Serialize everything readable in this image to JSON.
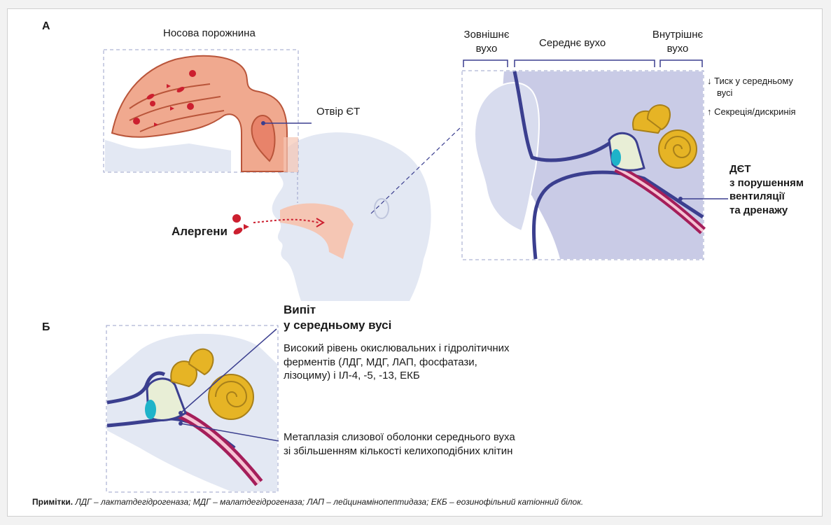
{
  "panels": {
    "a": "А",
    "b": "Б"
  },
  "labels": {
    "nasal_cavity": "Носова порожнина",
    "et_opening": "Отвір ЄТ",
    "allergens": "Алергени",
    "outer_ear": [
      "Зовнішнє",
      "вухо"
    ],
    "middle_ear": "Середнє вухо",
    "inner_ear": [
      "Внутрішнє",
      "вухо"
    ],
    "pressure": [
      "Тиск у середньому",
      "вусі"
    ],
    "secretion": "Секреція/дискринія",
    "det": [
      "ДЄТ",
      "з порушенням",
      "вентиляції",
      "та дренажу"
    ],
    "effusion_title": [
      "Випіт",
      "у середньому вусі"
    ],
    "effusion_desc": [
      "Високий рівень окислювальних і гідролітичних",
      "ферментів (ЛДГ, МДГ, ЛАП, фосфатази,",
      "лізоциму) і ІЛ-4, -5, -13, ЕКБ"
    ],
    "metaplasia": [
      "Метаплазія слизової оболонки середнього вуха",
      "зі збільшенням кількості келихоподібних клітин"
    ]
  },
  "arrows": {
    "down": "↓",
    "up": "↑"
  },
  "note": {
    "prefix": "Примітки.",
    "text": " ЛДГ – лактатдегідрогеназа; МДГ – малатдегідрогеназа; ЛАП – лейцинамінопептидаза; ЕКБ – еозинофільний катіонний білок."
  },
  "colors": {
    "tissue": "#f0a98f",
    "tissue_dark": "#e8836a",
    "skin": "#e3e8f3",
    "ear_bg": "#c9cbe6",
    "tube": "#3b3f8f",
    "tube_inner": "#a51e5a",
    "cochlea": "#e6b425",
    "allergen": "#cc1f2f",
    "cyan": "#1fb3c9"
  }
}
